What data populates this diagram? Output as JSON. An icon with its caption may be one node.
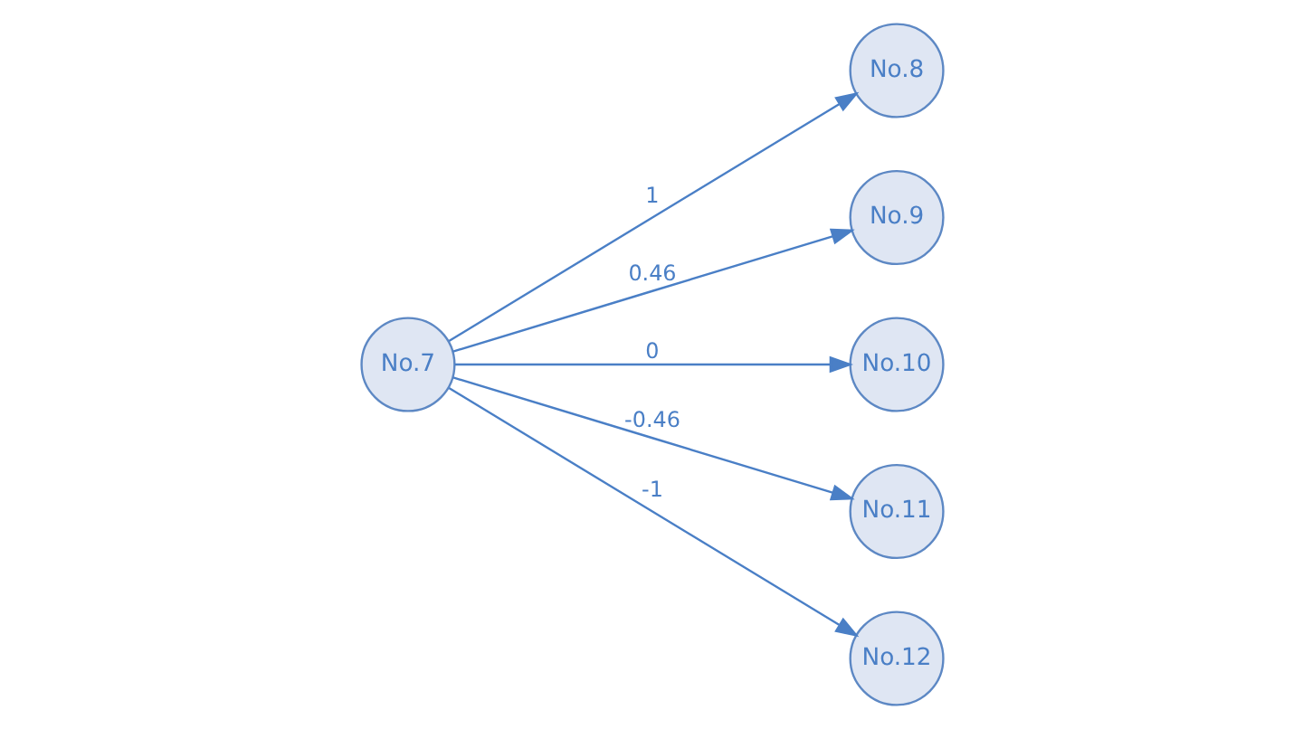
{
  "diagram": {
    "nodes": [
      {
        "text": [
          "No.7"
        ]
      },
      {
        "text": [
          "No.8"
        ]
      },
      {
        "text": [
          "No.9"
        ]
      },
      {
        "text": [
          "No.10"
        ]
      },
      {
        "text": [
          "No.11"
        ]
      },
      {
        "text": [
          "No.12"
        ]
      }
    ],
    "edges": [
      {
        "from": 0,
        "to": 1,
        "arrow": "to",
        "label": "1"
      },
      {
        "from": 0,
        "to": 2,
        "arrow": "to",
        "label": "0.46"
      },
      {
        "from": 0,
        "to": 3,
        "arrow": "to",
        "label": "0"
      },
      {
        "from": 0,
        "to": 4,
        "arrow": "to",
        "label": "-0.46"
      },
      {
        "from": 0,
        "to": 5,
        "arrow": "to",
        "label": "-1"
      }
    ]
  }
}
